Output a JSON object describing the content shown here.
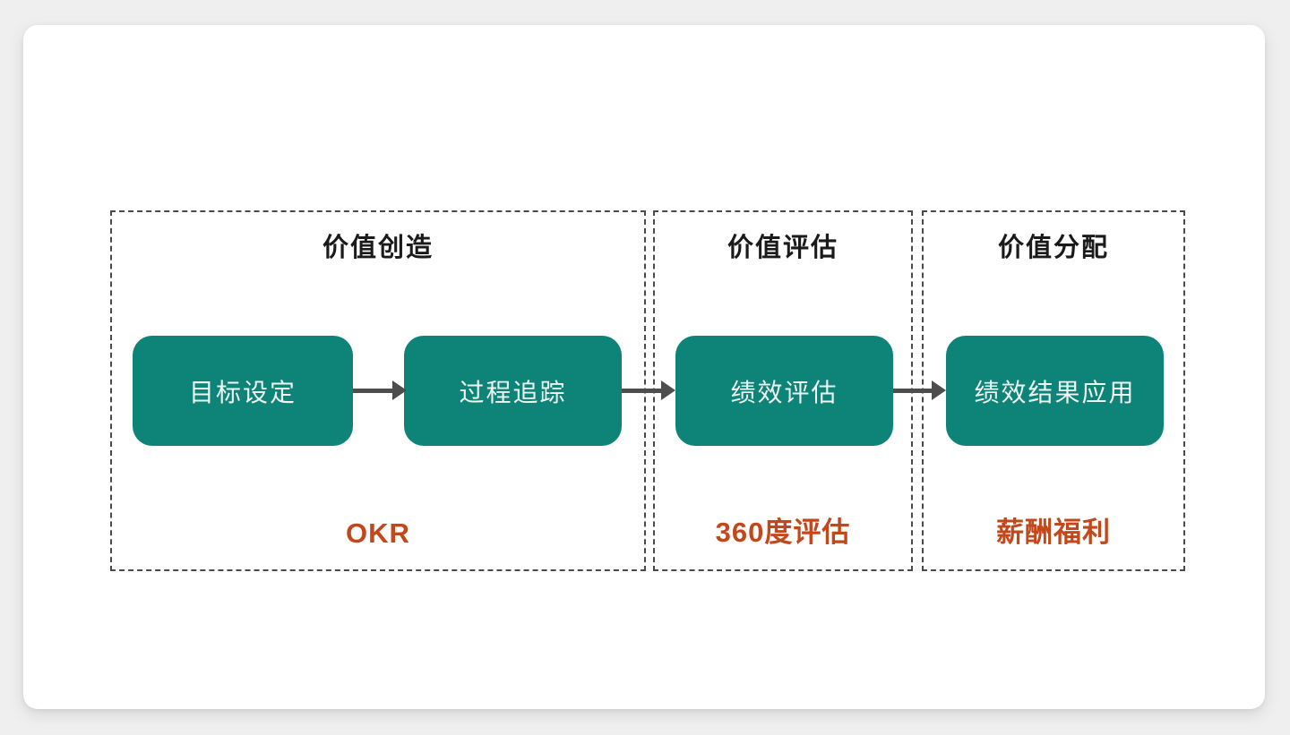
{
  "canvas": {
    "background_color": "#efefef",
    "card_background_color": "#ffffff"
  },
  "colors": {
    "step_box_fill": "#0e8478",
    "step_box_text": "#eef7f4",
    "tool_label_orange": "#c2481b",
    "arrow_gray": "#4d4d4d",
    "dashed_border": "#4a4a4a",
    "section_title_text": "#1a1a1a"
  },
  "diagram": {
    "sections": [
      {
        "title": "价值创造",
        "tool": "OKR",
        "steps": [
          "目标设定",
          "过程追踪"
        ]
      },
      {
        "title": "价值评估",
        "tool": "360度评估",
        "steps": [
          "绩效评估"
        ]
      },
      {
        "title": "价值分配",
        "tool": "薪酬福利",
        "steps": [
          "绩效结果应用"
        ]
      }
    ],
    "flow_order": [
      "目标设定",
      "过程追踪",
      "绩效评估",
      "绩效结果应用"
    ]
  }
}
